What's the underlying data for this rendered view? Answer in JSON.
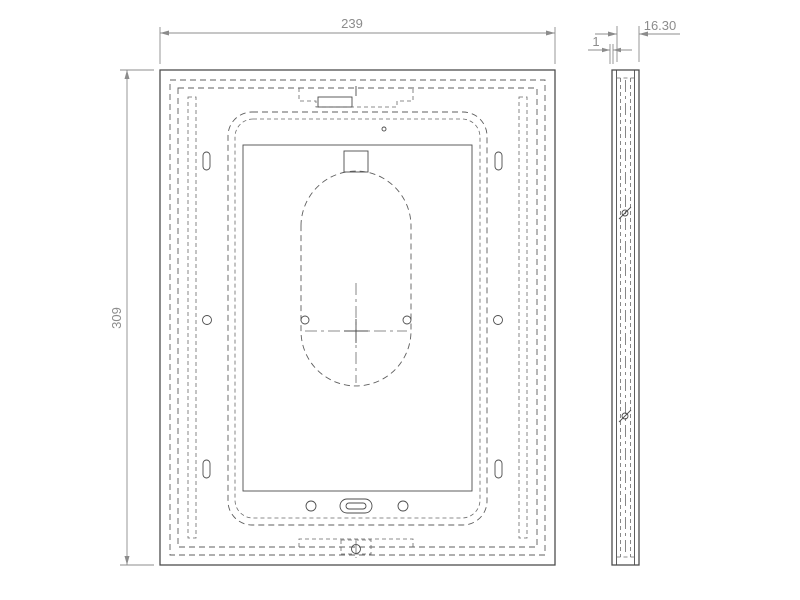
{
  "dimensions": {
    "front_width": "239",
    "front_height": "309",
    "side_depth": "16.30",
    "edge_step": "1"
  },
  "colors": {
    "line": "#4d4d4d",
    "hidden_line": "#5f5f5f",
    "dimension": "#8c8c8c",
    "background": "#ffffff"
  }
}
